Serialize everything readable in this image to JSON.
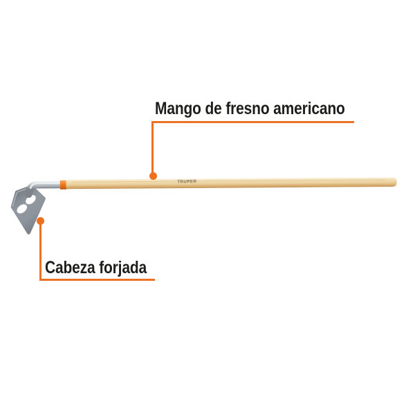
{
  "diagram": {
    "background_color": "#ffffff",
    "accent_color": "#ee7123",
    "label_text_color": "#1d1d1b",
    "callouts": {
      "handle": {
        "label": "Mango de fresno americano"
      },
      "head": {
        "label": "Cabeza forjada"
      }
    },
    "tool": {
      "handle_marking": "TRUPER",
      "colors": {
        "head_gray": "#868d94",
        "metal_collar": "#c7cbce",
        "ferrule_band_orange": "#ef7b1d",
        "wood_light": "#f4e4bf",
        "wood_dark": "#bf8f52"
      }
    }
  }
}
